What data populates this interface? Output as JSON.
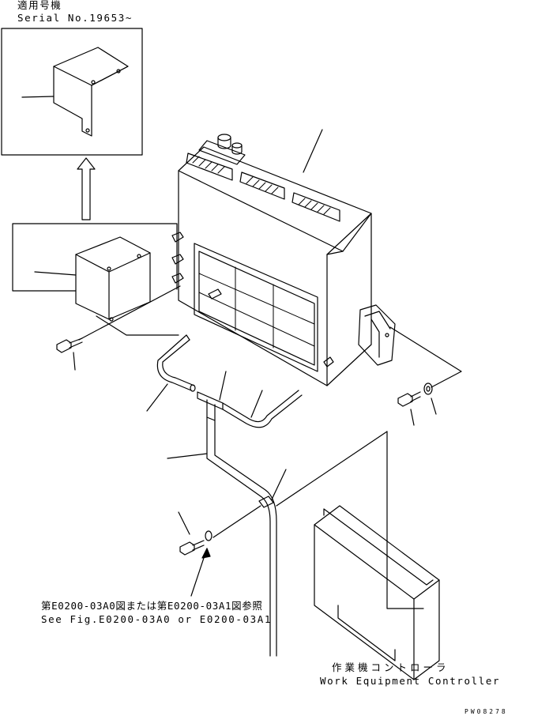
{
  "labels": {
    "serial_jp": "適用号機",
    "serial_en": "Serial No.19653~",
    "ref_jp": "第E0200-03A0図または第E0200-03A1図参照",
    "ref_en": "See Fig.E0200-03A0 or E0200-03A1",
    "controller_jp": "作業機コントローラ",
    "controller_en": "Work Equipment Controller",
    "drawing_code": "PW08278"
  },
  "colors": {
    "ink": "#000000",
    "paper": "#ffffff"
  }
}
